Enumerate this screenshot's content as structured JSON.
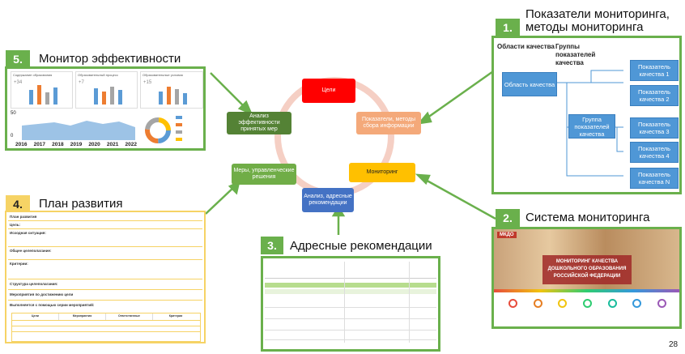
{
  "cycle": {
    "nodes": [
      {
        "label": "Цели",
        "color": "#ff0000"
      },
      {
        "label": "Показатели, методы сбора информации",
        "color": "#f4a97a"
      },
      {
        "label": "Мониторинг",
        "color": "#ffc000"
      },
      {
        "label": "Анализ, адресные рекомендации",
        "color": "#4472c4"
      },
      {
        "label": "Меры, управленческие решения",
        "color": "#70ad47"
      },
      {
        "label": "Анализ эффективности принятых мер",
        "color": "#548235"
      }
    ]
  },
  "panel1": {
    "number": "1.",
    "title_line1": "Показатели мониторинга,",
    "title_line2": "методы мониторинга",
    "col1": "Области качества",
    "col2": "Группы показателей качества",
    "area": "Область качества",
    "group": "Группа показателей качества",
    "indicators": [
      "Показатель качества 1",
      "Показатель качества 2",
      "Показатель качества 3",
      "Показатель качества 4",
      "Показатель качества N"
    ]
  },
  "panel2": {
    "number": "2.",
    "title": "Система мониторинга",
    "logo": "МКДО",
    "banner_line1": "МОНИТОРИНГ КАЧЕСТВА",
    "banner_line2": "ДОШКОЛЬНОГО ОБРАЗОВАНИЯ",
    "banner_line3": "РОССИЙСКОЙ ФЕДЕРАЦИИ",
    "icon_colors": [
      "#e74c3c",
      "#e67e22",
      "#f1c40f",
      "#2ecc71",
      "#1abc9c",
      "#3498db",
      "#9b59b6"
    ]
  },
  "panel3": {
    "number": "3.",
    "title": "Адресные рекомендации"
  },
  "panel4": {
    "number": "4.",
    "title": "План развития",
    "lines": [
      "План развития",
      "Цель:",
      "Исходная ситуация:",
      "Общее целеполагание:",
      "Критерии:",
      "Структура целеполагания:",
      "Мероприятия по достижению цели",
      "Выполняется с помощью серии мероприятий:"
    ],
    "table_headers": [
      "Цели",
      "Мероприятия",
      "Ответственные",
      "Критерии"
    ]
  },
  "panel5": {
    "number": "5.",
    "title": "Монитор эффективности",
    "card_values": [
      "+34",
      "+7",
      "+15"
    ],
    "axis_top": "50",
    "axis_bottom": "0",
    "years": [
      "2016",
      "2017",
      "2018",
      "2019",
      "2020",
      "2021",
      "2022"
    ],
    "legend_colors": [
      "#5b9bd5",
      "#ed7d31",
      "#a5a5a5",
      "#ffc000"
    ]
  },
  "page_number": "28"
}
